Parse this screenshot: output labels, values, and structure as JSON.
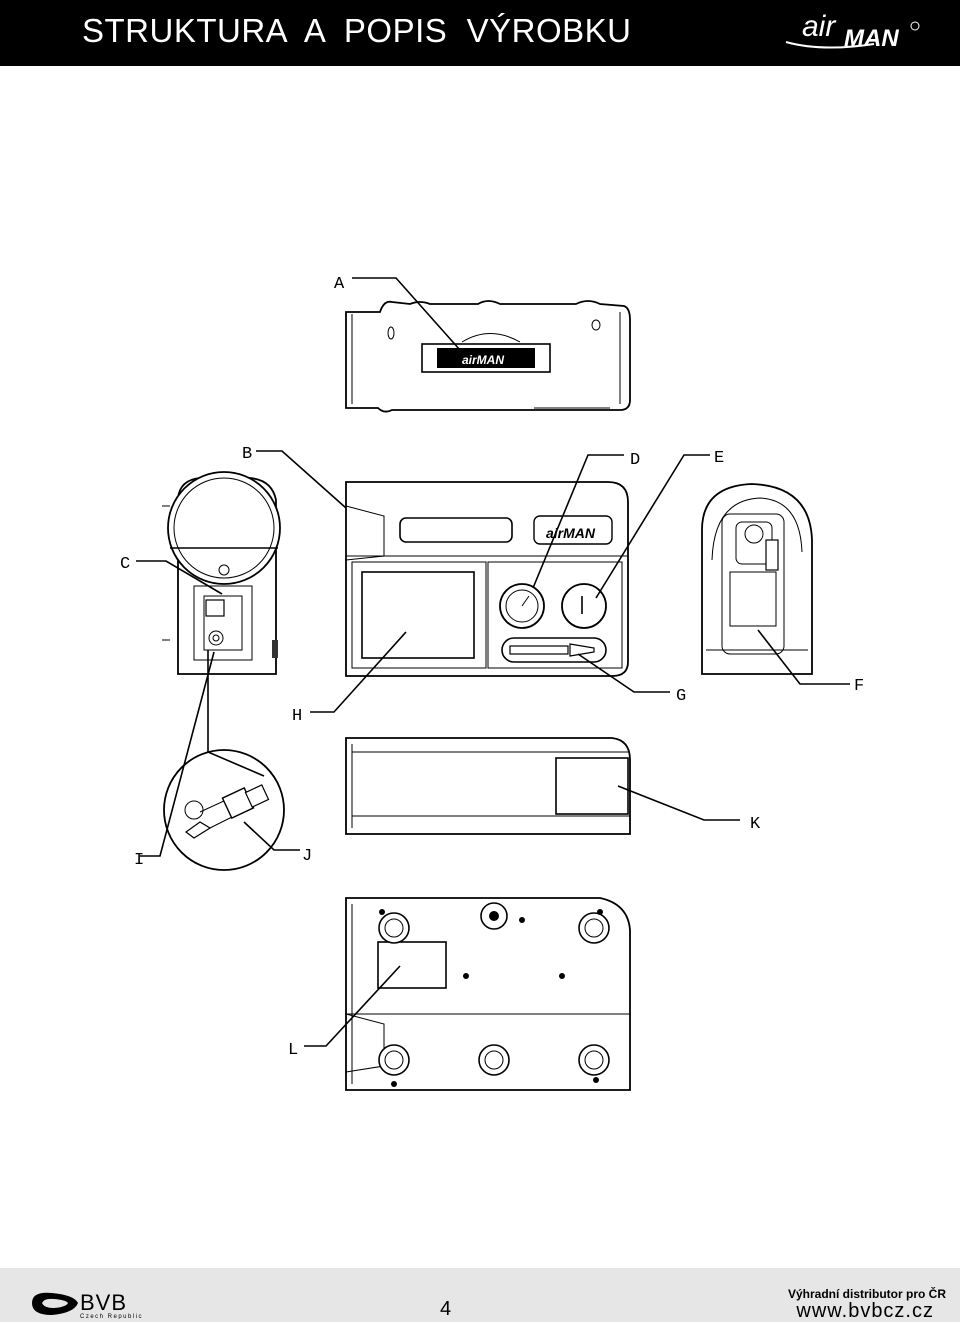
{
  "header": {
    "title": "STRUKTURA  A  POPIS  VÝROBKU",
    "brand_logo": "airMAN"
  },
  "callouts": {
    "A": "A",
    "B": "B",
    "C": "C",
    "D": "D",
    "E": "E",
    "F": "F",
    "G": "G",
    "H": "H",
    "I": "I",
    "J": "J",
    "K": "K",
    "L": "L"
  },
  "product_logo": "airMAN",
  "footer": {
    "company_logo": "BVB Czech Republic",
    "page_number": "4",
    "distributor": "Výhradní distributor pro ČR",
    "website": "www.bvbcz.cz"
  },
  "colors": {
    "header_bg": "#000000",
    "footer_bg": "#e6e6e6",
    "text": "#000000"
  },
  "icons": [
    "airman-logo",
    "bvb-logo",
    "compressor-drawing",
    "valve-connector-drawing"
  ]
}
